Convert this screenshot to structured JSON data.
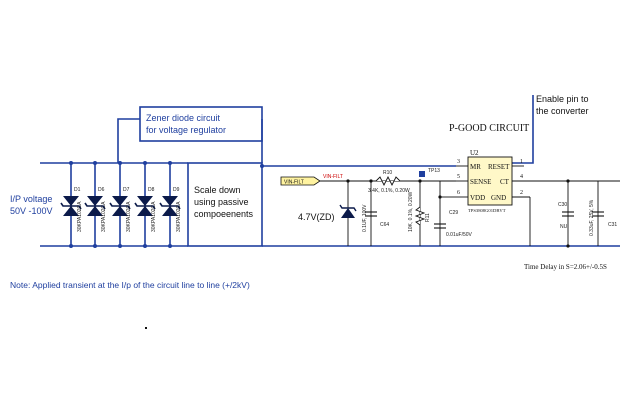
{
  "texts": {
    "zener_box_line1": "Zener diode circuit",
    "zener_box_line2": "for voltage regulator",
    "enable_line1": "Enable pin to",
    "enable_line2": "the converter",
    "pgood_title": "P-GOOD CIRCUIT",
    "ip_line1": "I/P voltage",
    "ip_line2": "50V -100V",
    "scale_line1": "Scale down",
    "scale_line2": "using passive",
    "scale_line3": "compoeenents",
    "zd_label": "4.7V(ZD)",
    "note": "Note: Applied transient at the I/p of the circuit line to line (+/2kV)",
    "time_delay": "Time Delay in S=2.06+/-0.5S",
    "vin_filt_tag": "VIN-FILT",
    "vin_filt_net": "VIN-FILT",
    "ic_ref": "U2",
    "ic_part": "TPS3808G01DBVT",
    "ic_mr": "MR",
    "ic_reset": "RESET",
    "ic_sense": "SENSE",
    "ic_ct": "CT",
    "ic_vdd": "VDD",
    "ic_gnd": "GND",
    "r10_ref": "R10",
    "r10_val": "3.4K, 0.1%, 0.20W",
    "tp_ref": "TP13",
    "c29_ref": "C29",
    "c29_val": "0.01uF/50V",
    "c64_ref": "C64",
    "c64_val": "0.1UF, 100V",
    "r11_ref": "R11",
    "r11_val": "10K, 0.1%, 0.20W",
    "c30_ref": "C30",
    "c30_val": "NU",
    "c31_ref": "C31",
    "c31_val": "0.33uF, 25V, 5%"
  },
  "pins": [
    "3",
    "5",
    "6",
    "1",
    "4",
    "2"
  ],
  "diodes": [
    {
      "ref": "D1",
      "part": "30KPA102CA"
    },
    {
      "ref": "D6",
      "part": "30KPA102CA"
    },
    {
      "ref": "D7",
      "part": "30KPA102CA"
    },
    {
      "ref": "D8",
      "part": "30KPA102CA"
    },
    {
      "ref": "D9",
      "part": "30KPA102CA"
    }
  ],
  "colors": {
    "wire": "#1f3f9f",
    "text_blue": "#1f3f9f",
    "ink": "#111111",
    "tag_fill": "#fff3a0"
  }
}
